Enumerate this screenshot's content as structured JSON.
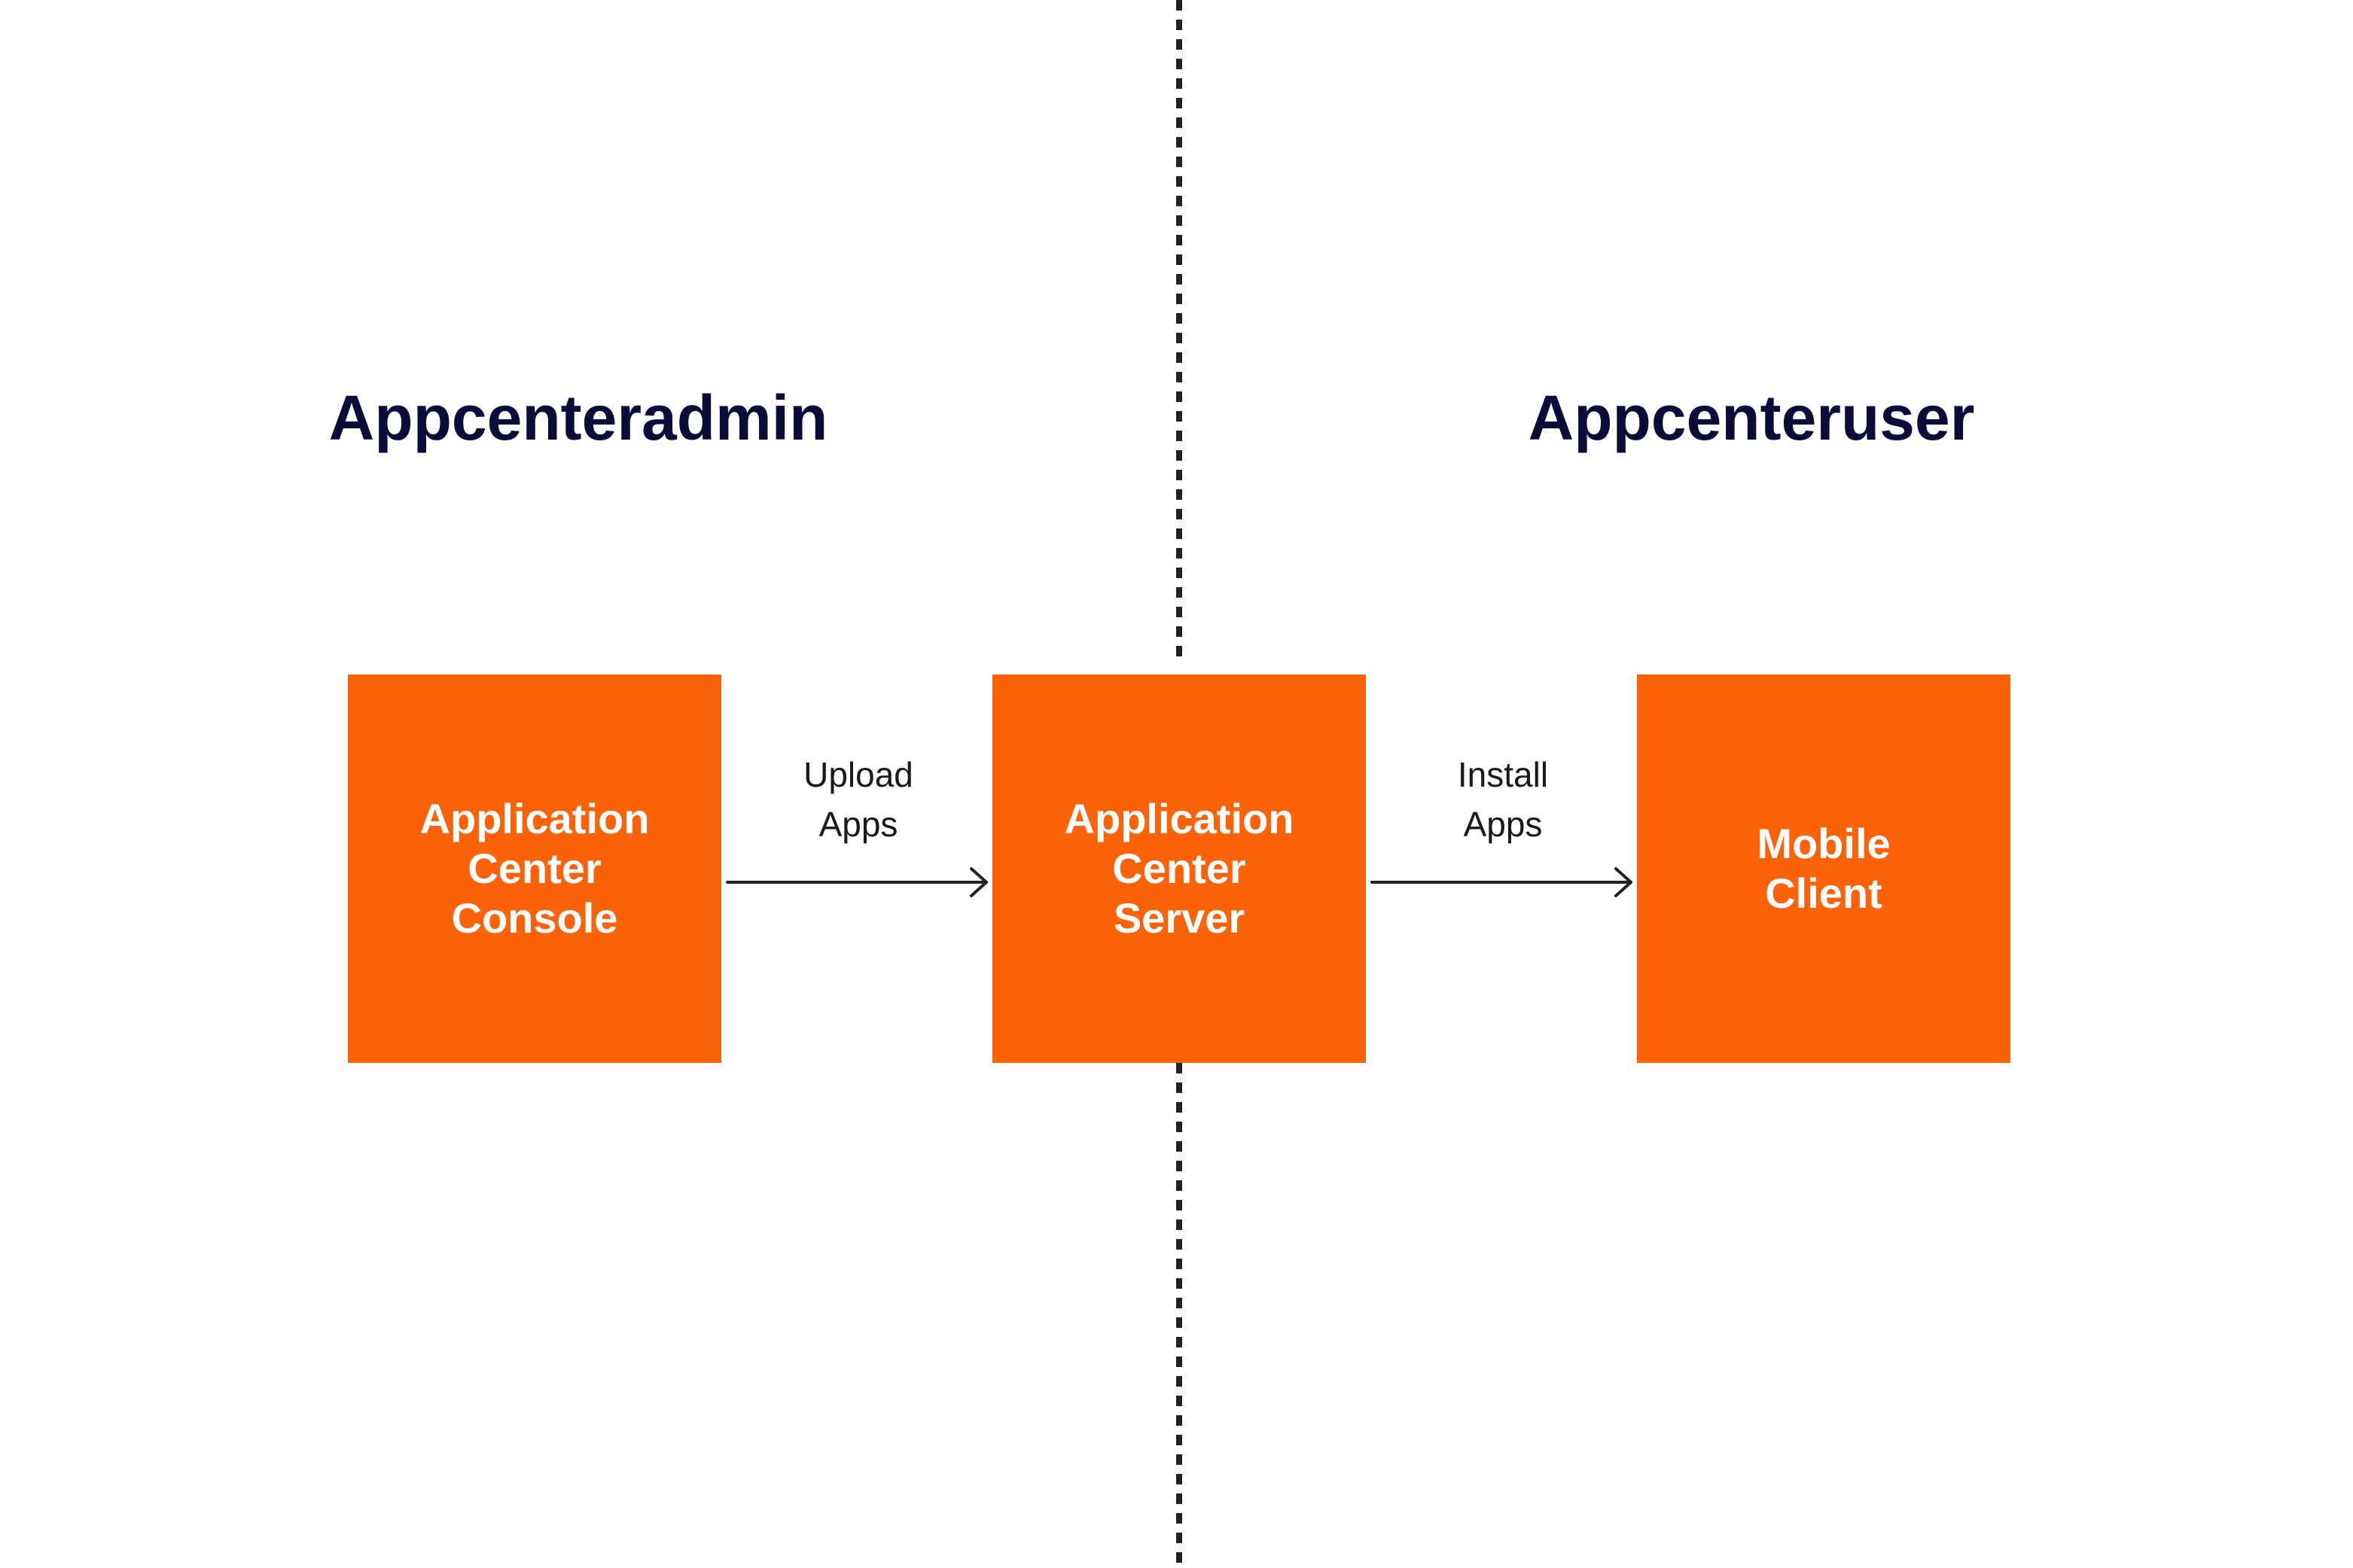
{
  "roles": {
    "admin": "Appcenteradmin",
    "user": "Appcenteruser"
  },
  "nodes": {
    "console": [
      "Application",
      "Center",
      "Console"
    ],
    "server": [
      "Application",
      "Center",
      "Server"
    ],
    "client": [
      "Mobile",
      "Client"
    ]
  },
  "edges": {
    "upload": [
      "Upload",
      "Apps"
    ],
    "install": [
      "Install",
      "Apps"
    ]
  },
  "colors": {
    "box": "#fc6208",
    "box_text": "#ffffff",
    "title": "#0b0c3a",
    "line": "#222222"
  }
}
